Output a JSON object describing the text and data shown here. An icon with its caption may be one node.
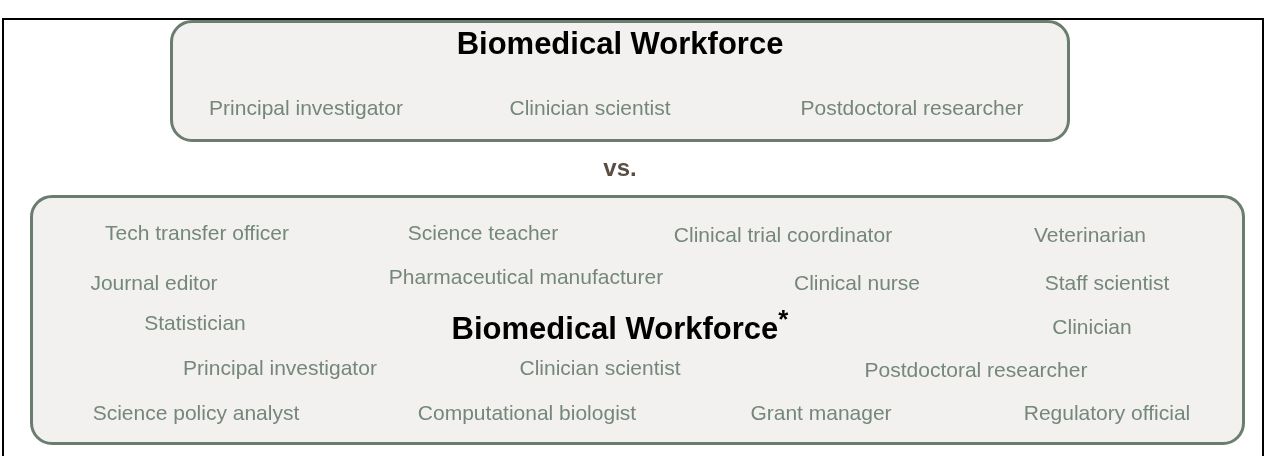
{
  "diagram": {
    "nodes": [
      {
        "text": [
          "Biomedical Workforce",
          "Principal investigator",
          "Clinician scientist",
          "Postdoctoral researcher"
        ]
      },
      {
        "text": [
          "Tech transfer officer",
          "Science teacher",
          "Clinical trial coordinator",
          "Veterinarian",
          "Journal editor",
          "Pharmaceutical manufacturer",
          "Clinical nurse",
          "Staff scientist",
          "Statistician",
          "Biomedical Workforce$^{*}$",
          "Clinician",
          "Principal investigator",
          "Clinician scientist",
          "Postdoctoral researcher",
          "Science policy analyst",
          "Computational biologist",
          "Grant manager",
          "Regulatory official"
        ]
      }
    ],
    "edges": [],
    "labels": [
      "vs."
    ]
  }
}
